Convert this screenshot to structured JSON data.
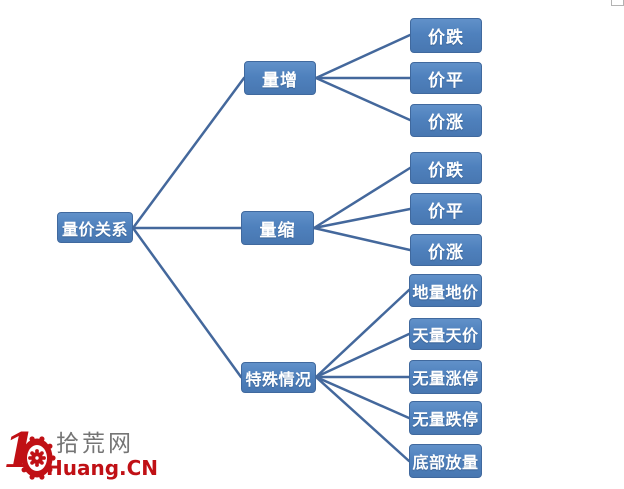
{
  "diagram": {
    "root": {
      "label": "量价关系"
    },
    "branches": [
      {
        "label": "量增",
        "children": [
          "价跌",
          "价平",
          "价涨"
        ]
      },
      {
        "label": "量缩",
        "children": [
          "价跌",
          "价平",
          "价涨"
        ]
      },
      {
        "label": "特殊情况",
        "children": [
          "地量地价",
          "天量天价",
          "无量涨停",
          "无量跌停",
          "底部放量"
        ]
      }
    ],
    "colors": {
      "node_fill": "#4f81bd",
      "node_border": "#40699e",
      "node_text": "#ffffff",
      "connector": "#44689c"
    }
  },
  "watermark": {
    "logo_digit": "1",
    "site_name": "拾荒网",
    "site_domain": "Huang.CN",
    "brand_red": "#c01015",
    "text_gray": "#757575"
  }
}
